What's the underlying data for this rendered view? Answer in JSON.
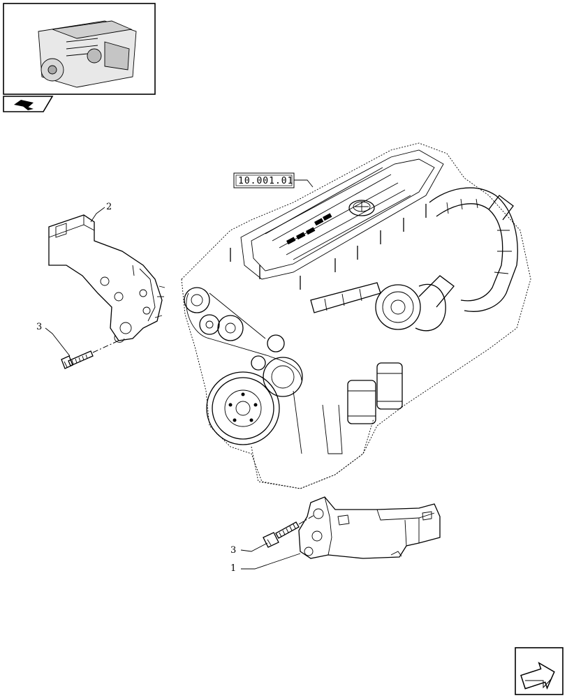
{
  "diagram": {
    "reference_label": "10.001.01",
    "callouts": [
      {
        "id": "c1",
        "text": "1"
      },
      {
        "id": "c2",
        "text": "2"
      },
      {
        "id": "c3a",
        "text": "3"
      },
      {
        "id": "c3b",
        "text": "3"
      }
    ],
    "icons": {
      "thumbnail": "engine-thumbnail-icon",
      "page_flag": "book-arrow-icon",
      "next_page": "next-page-arrow-icon"
    }
  }
}
